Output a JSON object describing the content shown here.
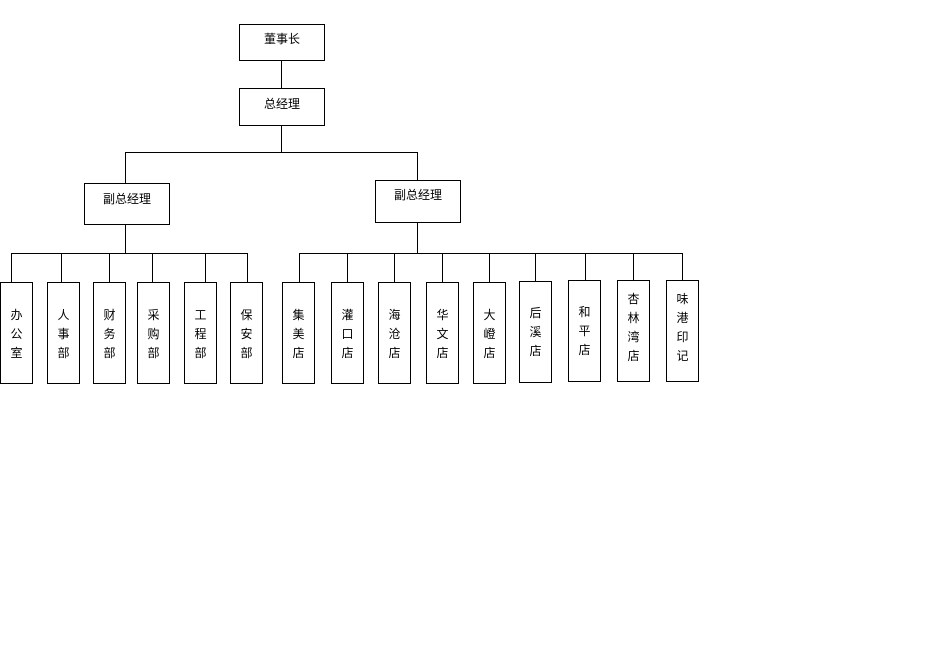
{
  "org_chart": {
    "root": "董事长",
    "general_manager": "总经理",
    "deputies": [
      {
        "label": "副总经理",
        "departments": [
          "办公室",
          "人事部",
          "财务部",
          "采购部",
          "工程部",
          "保安部"
        ]
      },
      {
        "label": "副总经理",
        "departments": [
          "集美店",
          "灌口店",
          "海沧店",
          "华文店",
          "大嶝店",
          "后溪店",
          "和平店",
          "杏林湾店",
          "味港印记"
        ]
      }
    ]
  }
}
